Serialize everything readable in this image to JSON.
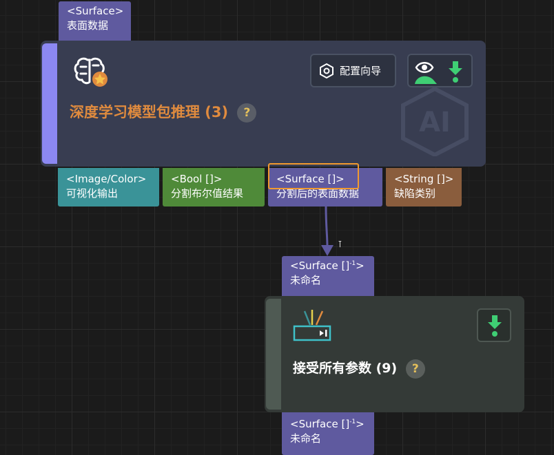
{
  "node_deep_learning": {
    "input_port": {
      "type": "<Surface>",
      "label": "表面数据"
    },
    "title": "深度学习模型包推理 (3)",
    "help_label": "?",
    "wizard_button_label": "配置向导",
    "outputs": [
      {
        "type": "<Image/Color>",
        "label": "可视化输出"
      },
      {
        "type": "<Bool []>",
        "label": "分割布尔值结果"
      },
      {
        "type": "<Surface []>",
        "label": "分割后的表面数据"
      },
      {
        "type": "<String []>",
        "label": "缺陷类别"
      }
    ],
    "watermark": "AI"
  },
  "connection_marker": "⊺",
  "node_accept_all": {
    "input_port": {
      "type": "<Surface []",
      "sup": "-1",
      "type_end": ">",
      "label": "未命名"
    },
    "title": "接受所有参数 (9)",
    "help_label": "?",
    "output_port": {
      "type": "<Surface []",
      "sup": "-1",
      "type_end": ">",
      "label": "未命名"
    }
  },
  "colors": {
    "surface_port": "#5f5a9f",
    "image_port": "#3a9398",
    "bool_port": "#4f8a39",
    "string_port": "#8a5d3d",
    "title_orange": "#e08b3e",
    "selection_highlight": "#f29a2e",
    "wire": "#5f5a9f"
  }
}
